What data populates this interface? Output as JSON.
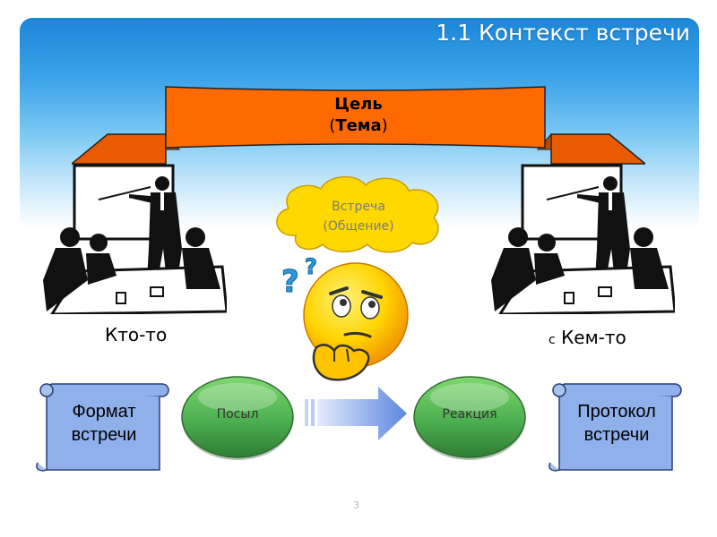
{
  "slide": {
    "title": "1.1 Контекст встречи",
    "page_number": "3"
  },
  "banner": {
    "line1": "Цель",
    "line2_prefix": "(",
    "line2_bold": "Тема",
    "line2_suffix": ")"
  },
  "cloud": {
    "line1": "Встреча",
    "line2": "(Общение)"
  },
  "participants": {
    "left_label": "Кто-то",
    "right_prefix": "с",
    "right_label": "Кем-то"
  },
  "scrolls": {
    "left": {
      "line1": "Формат",
      "line2": "встречи"
    },
    "right": {
      "line1": "Протокол",
      "line2": "встречи"
    }
  },
  "flow": {
    "send_label": "Посыл",
    "reaction_label": "Реакция"
  },
  "icons": {
    "left_scene": "meeting-presentation-icon",
    "right_scene": "meeting-presentation-icon",
    "thinking": "thinking-smiley-icon",
    "arrow": "right-arrow-icon",
    "question_marks": "question-marks-icon"
  },
  "colors": {
    "banner": "#ff6a00",
    "scroll": "#8fb0ea",
    "green_button": "#4caf50",
    "sky": "#3ea4ea",
    "smiley": "#ffd600"
  }
}
